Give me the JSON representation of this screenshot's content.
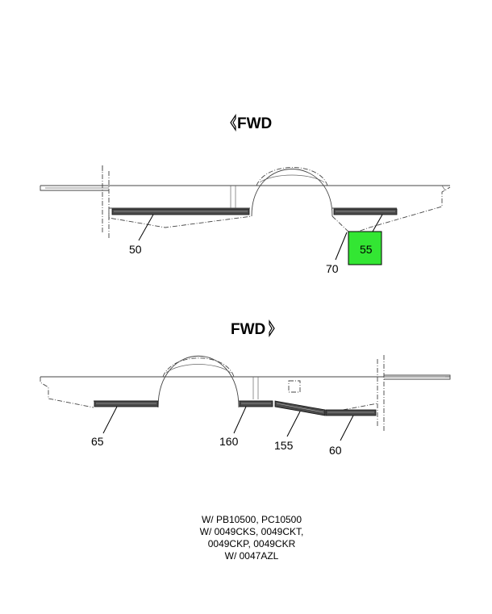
{
  "upper_view": {
    "direction_label": "FWD",
    "direction_arrow": "left-arrow-outline",
    "callouts": [
      "50",
      "55",
      "70"
    ],
    "highlighted_callout": "55",
    "highlight_color": "#33e633"
  },
  "lower_view": {
    "direction_label": "FWD",
    "direction_arrow": "right-arrow-outline",
    "callouts": [
      "65",
      "160",
      "155",
      "60"
    ]
  },
  "applicability_note": [
    "W/ PB10500, PC10500",
    "W/ 0049CKS, 0049CKT,",
    "0049CKP, 0049CKR",
    "W/ 0047AZL"
  ]
}
